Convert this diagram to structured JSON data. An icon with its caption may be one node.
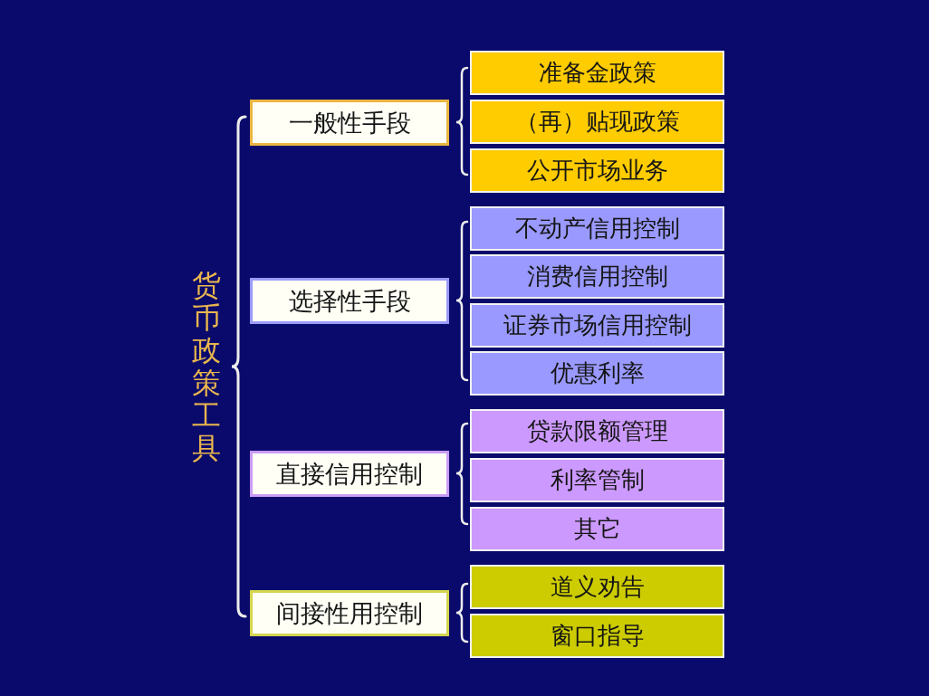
{
  "diagram": {
    "nodes": [
      {
        "text": [
          "一般性手段"
        ]
      },
      {
        "text": [
          "准备金政策"
        ]
      },
      {
        "text": [
          "（再）贴现政策"
        ]
      },
      {
        "text": [
          "公开市场业务"
        ]
      },
      {
        "text": [
          "选择性手段"
        ]
      },
      {
        "text": [
          "不动产信用控制"
        ]
      },
      {
        "text": [
          "消费信用控制"
        ]
      },
      {
        "text": [
          "证券市场信用控制"
        ]
      },
      {
        "text": [
          "优惠利率"
        ]
      },
      {
        "text": [
          "直接信用控制"
        ]
      },
      {
        "text": [
          "贷款限额管理"
        ]
      },
      {
        "text": [
          "利率管制"
        ]
      },
      {
        "text": [
          "其它"
        ]
      },
      {
        "text": [
          "间接性用控制"
        ]
      },
      {
        "text": [
          "道义劝告"
        ]
      },
      {
        "text": [
          "窗口指导"
        ]
      }
    ],
    "labels": [
      "货币政策工具"
    ]
  }
}
